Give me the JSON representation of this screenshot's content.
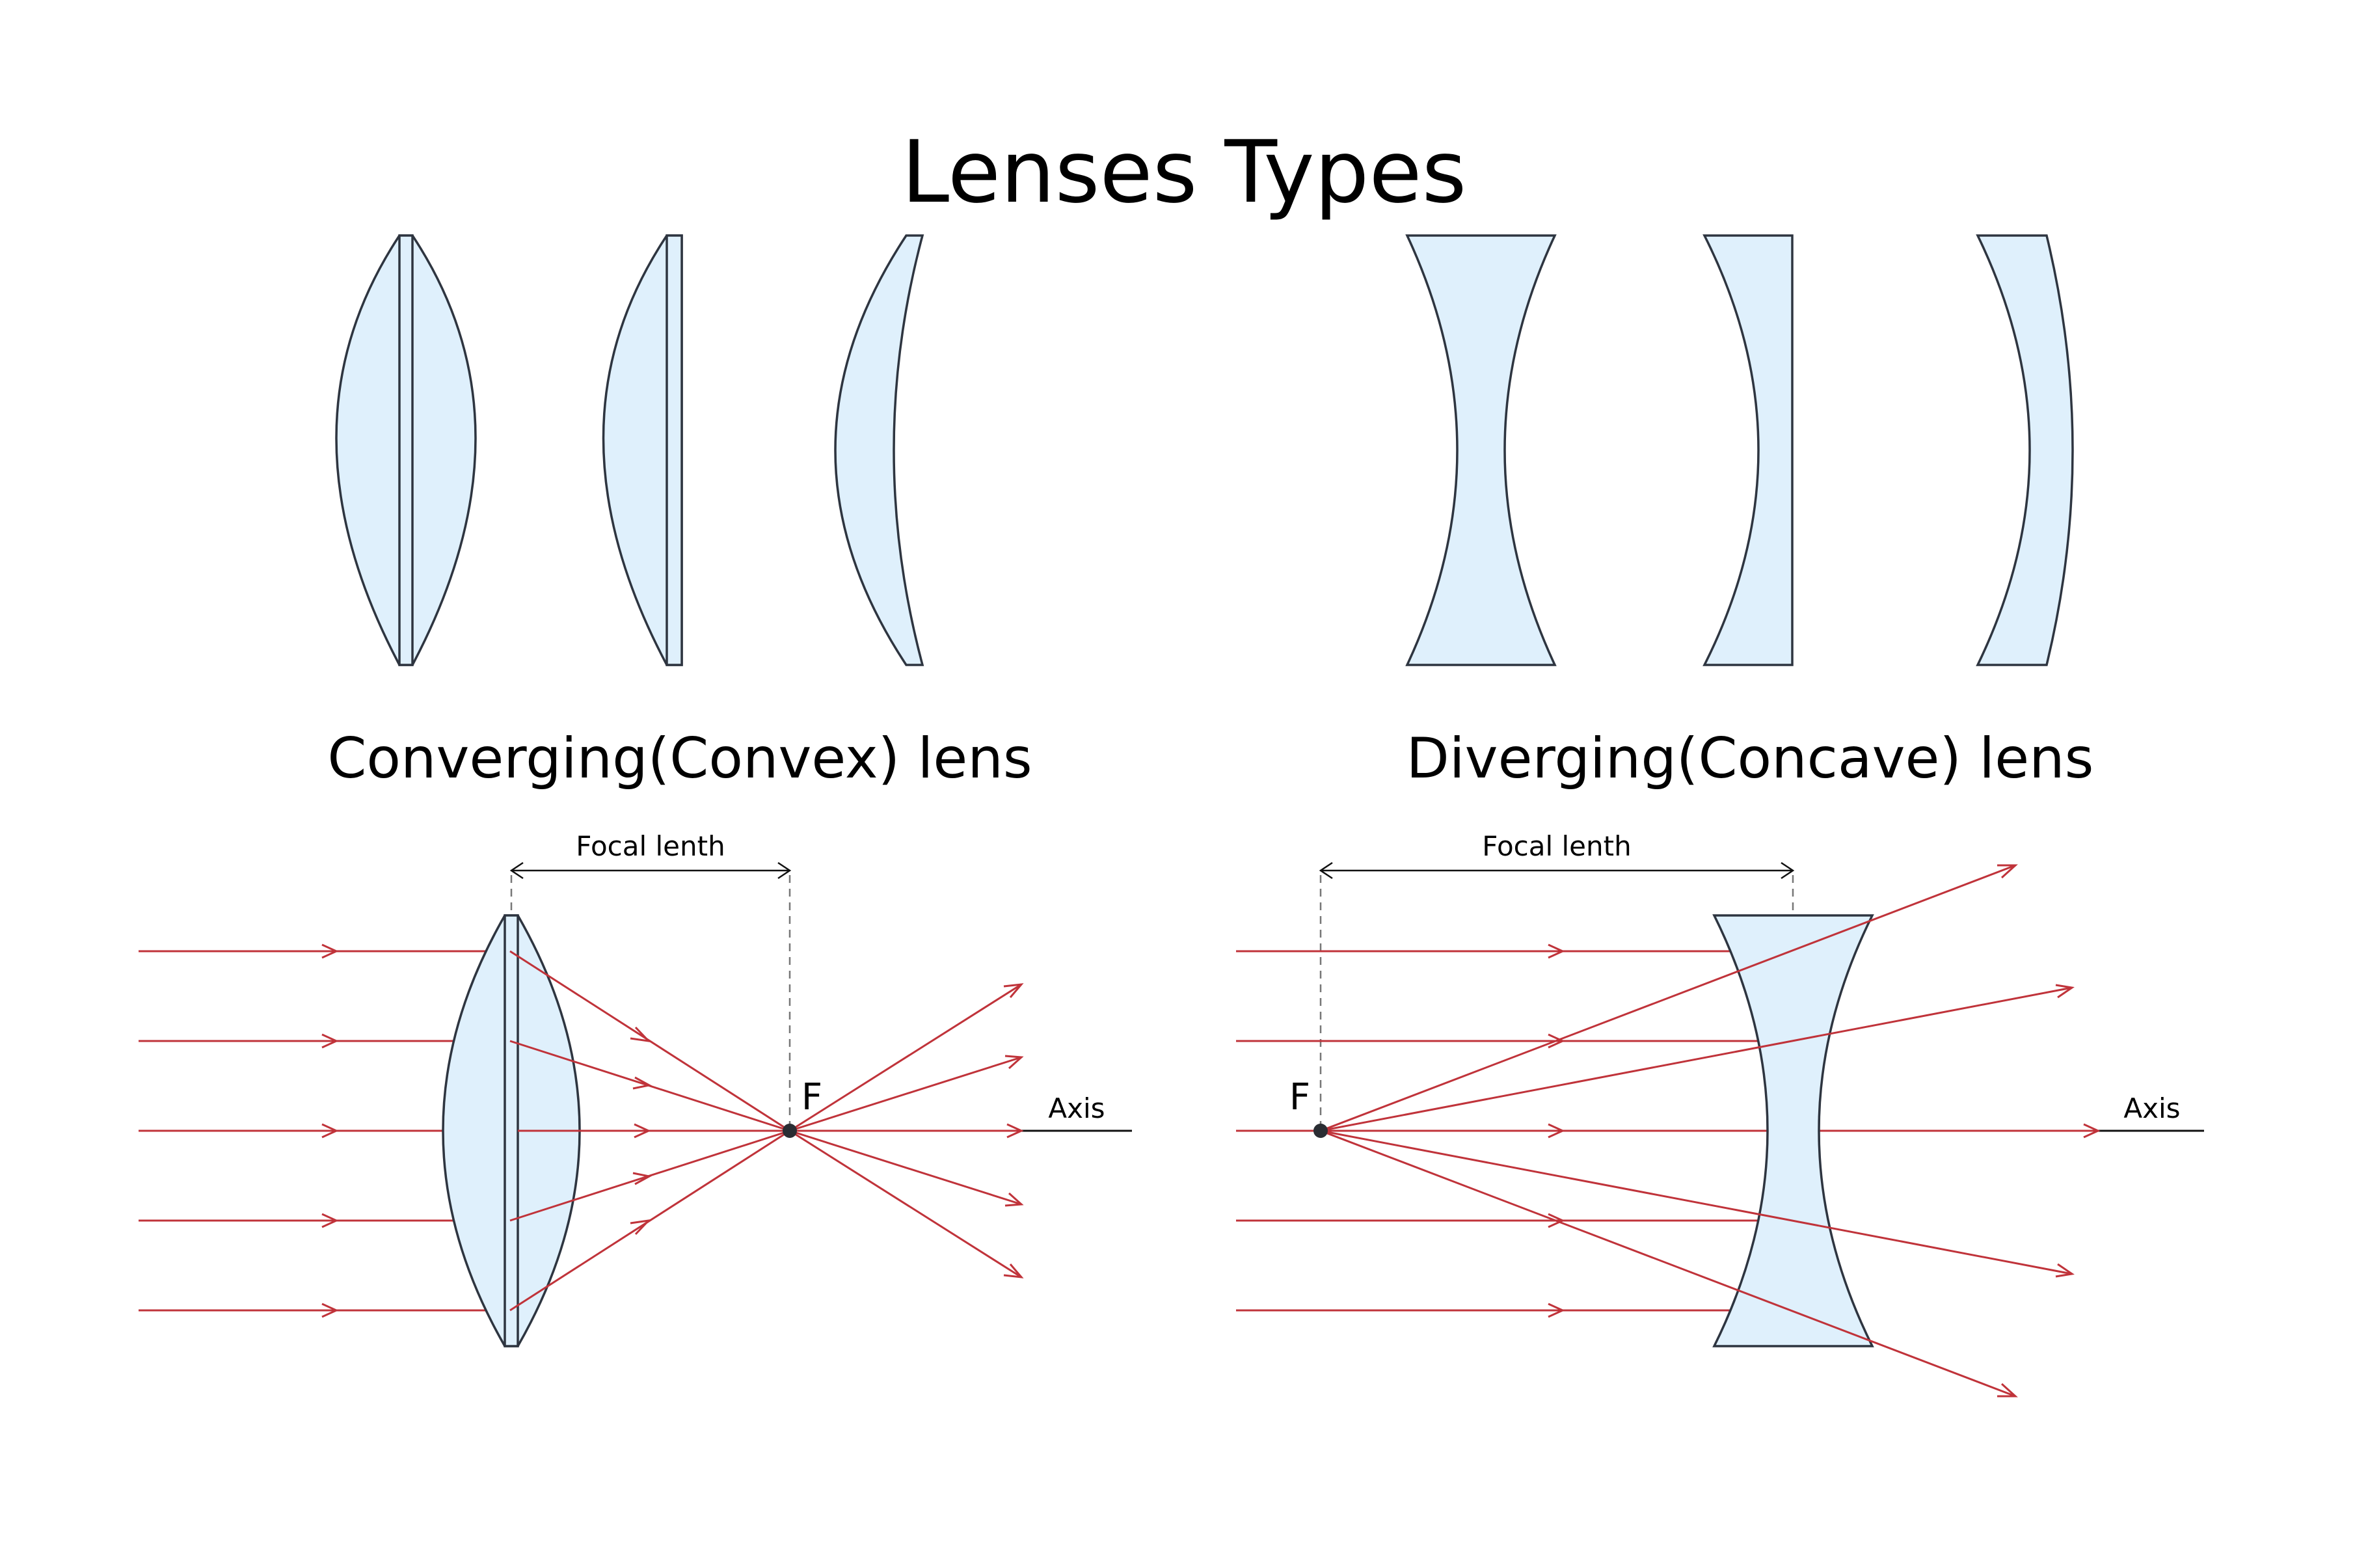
{
  "title": "Lenses Types",
  "sections": {
    "converging": {
      "label": "Converging(Convex) lens",
      "focal_label": "Focal lenth",
      "focal_point_label": "F",
      "axis_label": "Axis"
    },
    "diverging": {
      "label": "Diverging(Concave) lens",
      "focal_label": "Focal lenth",
      "focal_point_label": "F",
      "axis_label": "Axis"
    }
  },
  "colors": {
    "lens_fill": "#dff0fc",
    "lens_stroke": "#2e3540",
    "ray": "#c0333a",
    "text": "#000000"
  }
}
